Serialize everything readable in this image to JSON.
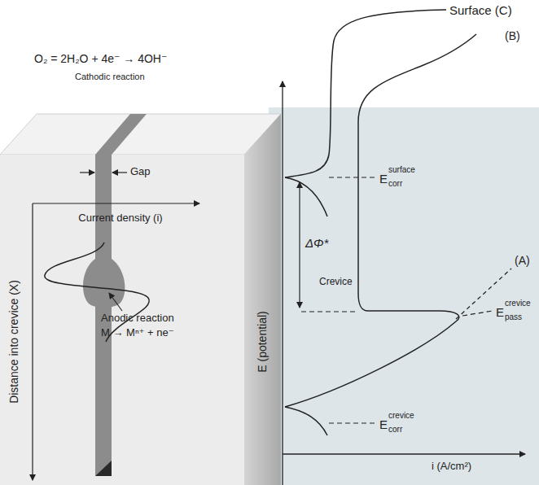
{
  "diagram": {
    "labels": [
      "Surface (C)",
      "O₂ = 2H₂O + 4e⁻ → 4OH⁻",
      "Cathodic reaction",
      "Gap",
      "Current density (i)",
      "Distance into crevice (X)",
      "Anodic reaction",
      "M → Mⁿ⁺ + ne⁻",
      "E (potential)",
      "E",
      "corr",
      "surface",
      "ΔΦ*",
      "Crevice",
      "(B)",
      "(A)",
      "E",
      "pass",
      "crevice",
      "E",
      "corr",
      "crevice",
      "i (A/cm²)"
    ]
  }
}
